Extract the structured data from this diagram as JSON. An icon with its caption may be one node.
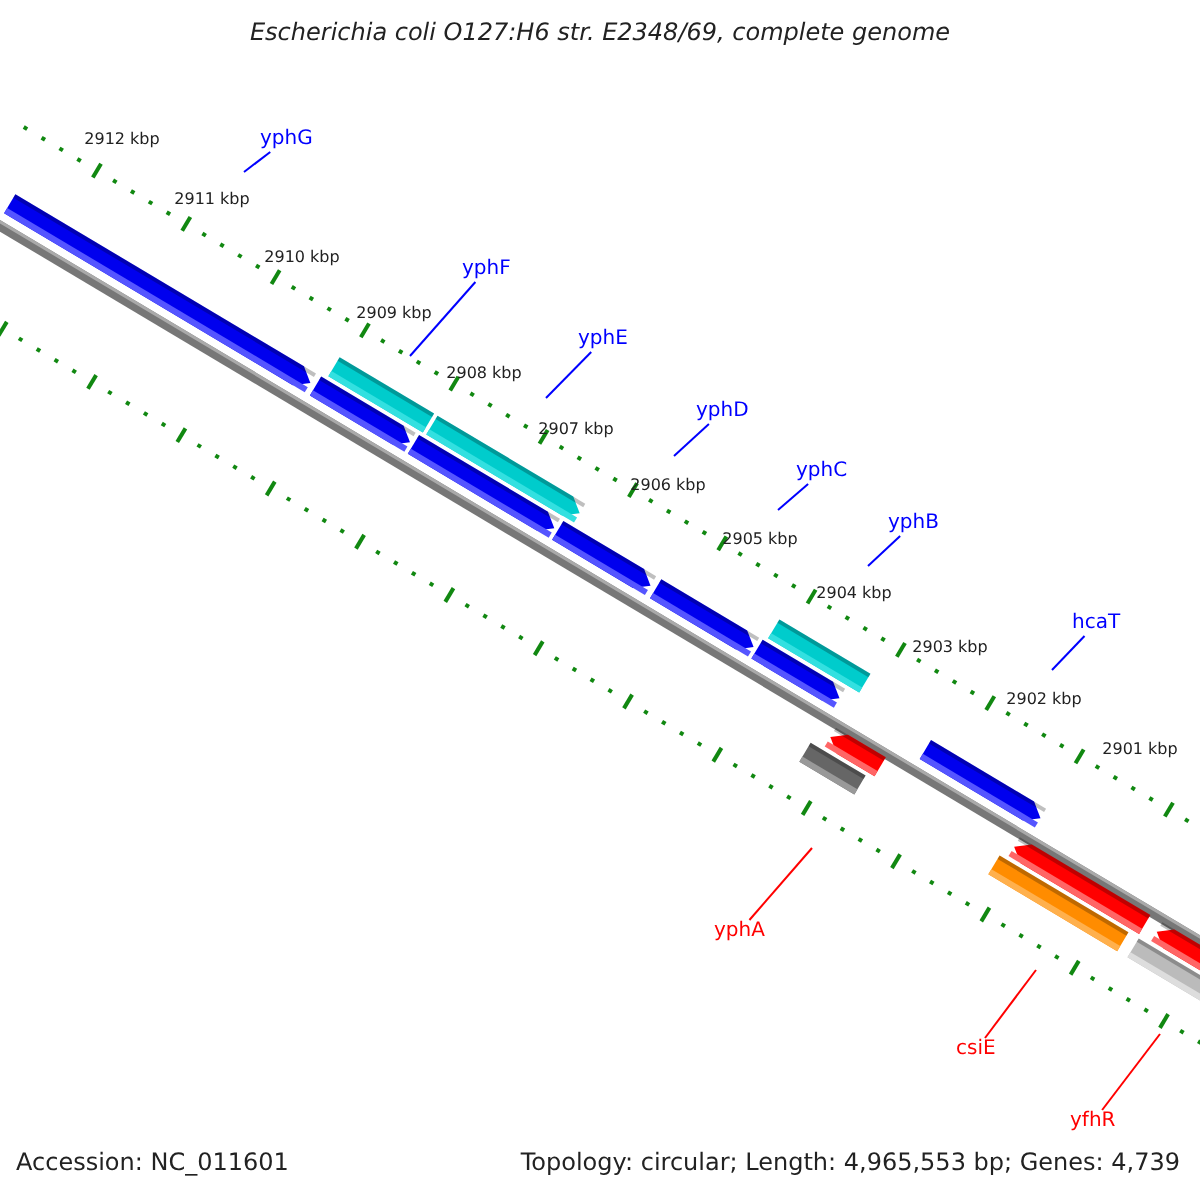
{
  "diagram": {
    "title": "Escherichia coli O127:H6 str. E2348/69, complete genome",
    "nodes": [
      {
        "text": [
          "yphG"
        ]
      },
      {
        "text": [
          "yphF"
        ]
      },
      {
        "text": [
          "yphE"
        ]
      },
      {
        "text": [
          "yphD"
        ]
      },
      {
        "text": [
          "yphC"
        ]
      },
      {
        "text": [
          "yphB"
        ]
      },
      {
        "text": [
          "hcaT"
        ]
      },
      {
        "text": [
          "yphA"
        ]
      },
      {
        "text": [
          "csiE"
        ]
      },
      {
        "text": [
          "yfhR"
        ]
      }
    ],
    "edges": [
      {
        "from": 0,
        "to": null,
        "arrow": "none"
      },
      {
        "from": 1,
        "to": null,
        "arrow": "none"
      },
      {
        "from": 2,
        "to": null,
        "arrow": "none"
      },
      {
        "from": 3,
        "to": null,
        "arrow": "none"
      },
      {
        "from": 4,
        "to": null,
        "arrow": "none"
      },
      {
        "from": 5,
        "to": null,
        "arrow": "none"
      },
      {
        "from": 6,
        "to": null,
        "arrow": "none"
      },
      {
        "from": 7,
        "to": null,
        "arrow": "none",
        "color": "#ff0000"
      },
      {
        "from": 8,
        "to": null,
        "arrow": "none",
        "color": "#ff0000"
      },
      {
        "from": 9,
        "to": null,
        "arrow": "none",
        "color": "#ff0000"
      }
    ],
    "labels": [
      "2912 kbp",
      "2911 kbp",
      "2910 kbp",
      "2909 kbp",
      "2908 kbp",
      "2907 kbp",
      "2906 kbp",
      "2905 kbp",
      "2904 kbp",
      "2903 kbp",
      "2902 kbp",
      "2901 kbp",
      "Accession: NC_011601",
      "Topology: circular; Length: 4,965,553 bp; Genes: 4,739"
    ]
  }
}
